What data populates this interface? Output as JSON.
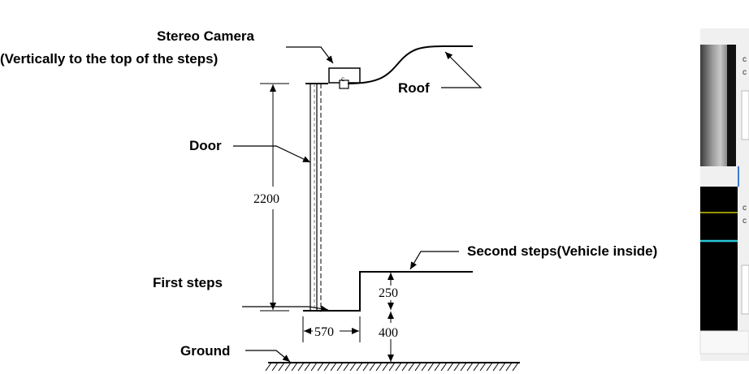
{
  "diagram": {
    "labels": {
      "camera_title": "Stereo Camera",
      "camera_subtitle": "(Vertically to the top of the steps)",
      "camera_letter": "c",
      "roof": "Roof",
      "door": "Door",
      "first_steps": "First steps",
      "second_steps": "Second steps(Vehicle inside)",
      "ground": "Ground"
    },
    "dimensions": {
      "height": "2200",
      "step_rise": "250",
      "step_height_from_ground": "400",
      "step_width": "570"
    }
  },
  "side_panel": {
    "text_fragments": [
      "c",
      "c",
      "c",
      "c"
    ],
    "colors": {
      "frame": "#f0f0f0",
      "dark_view": "#000000",
      "yellow_line": "#c8c800",
      "cyan_line": "#28c8d8",
      "blue_marker": "#3a7bd5"
    }
  }
}
